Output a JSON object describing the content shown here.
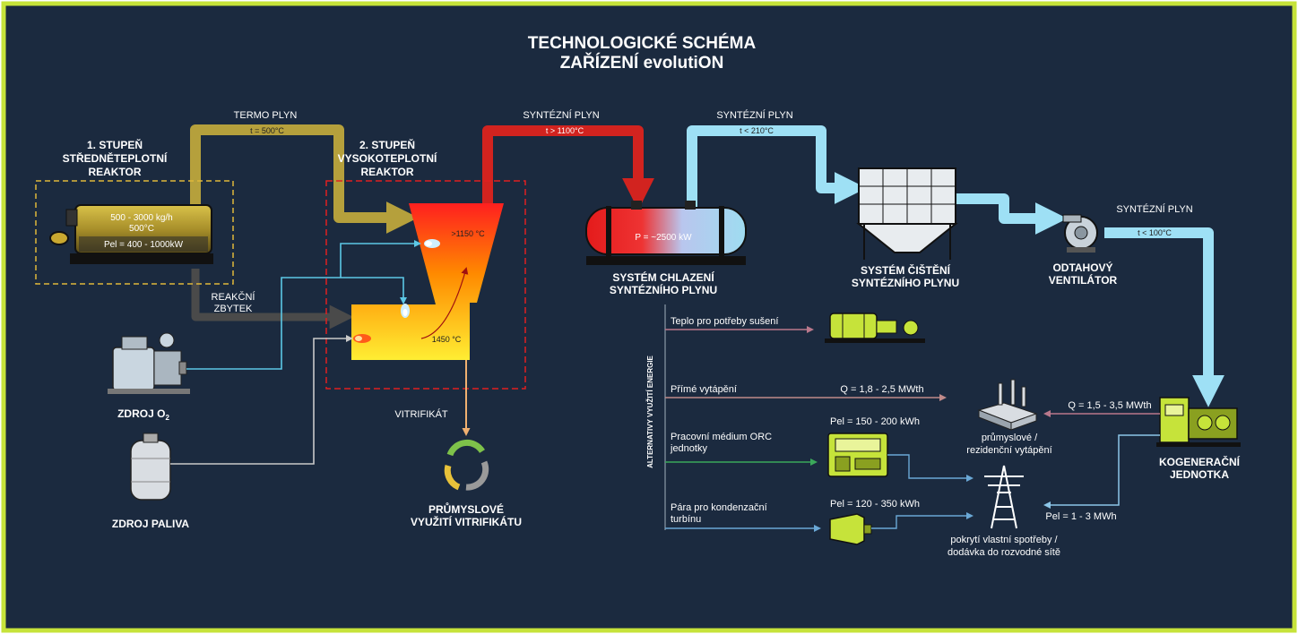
{
  "title": {
    "line1": "TECHNOLOGICKÉ SCHÉMA",
    "line2": "ZAŘÍZENÍ evolutiON"
  },
  "stage1": {
    "line1": "1. STUPEŇ",
    "line2": "STŘEDNĚTEPLOTNÍ",
    "line3": "REAKTOR",
    "feed": "500 - 3000 kg/h",
    "temp": "500°C",
    "power": "Pel = 400 - 1000kW"
  },
  "stage2": {
    "line1": "2. STUPEŇ",
    "line2": "VYSOKOTEPLOTNÍ",
    "line3": "REAKTOR",
    "temp_top": ">1150 °C",
    "temp_bottom": "1450 °C"
  },
  "flows": {
    "termo": "TERMO PLYN",
    "termo_t": "t = 500°C",
    "synth1": "SYNTÉZNÍ PLYN",
    "synth1_t": "t > 1100°C",
    "synth2": "SYNTÉZNÍ PLYN",
    "synth2_t": "t < 210°C",
    "synth3": "SYNTÉZNÍ PLYN",
    "synth3_t": "t < 100°C",
    "residue1": "REAKČNÍ",
    "residue2": "ZBYTEK",
    "vitrifikat": "VITRIFIKÁT"
  },
  "cooling": {
    "power": "P = ~2500 kW",
    "label1": "SYSTÉM CHLAZENÍ",
    "label2": "SYNTÉZNÍHO PLYNU"
  },
  "cleaning": {
    "label1": "SYSTÉM ČIŠTĚNÍ",
    "label2": "SYNTÉZNÍHO PLYNU"
  },
  "fan": {
    "label1": "ODTAHOVÝ",
    "label2": "VENTILÁTOR"
  },
  "sources": {
    "o2": "ZDROJ O",
    "o2_sub": "2",
    "fuel": "ZDROJ PALIVA"
  },
  "vitri_use": {
    "line1": "PRŮMYSLOVÉ",
    "line2": "VYUŽITÍ VITRIFIKÁTU"
  },
  "alternatives": {
    "vertical": "ALTERNATIVY VYUŽITÍ ENERGIE",
    "drying": "Teplo pro potřeby sušení",
    "heating": "Přímé vytápění",
    "heating_q": "Q = 1,8 - 2,5 MWth",
    "orc1": "Pracovní médium ORC",
    "orc2": "jednotky",
    "orc_p": "Pel = 150 - 200 kWh",
    "steam1": "Pára pro kondenzační",
    "steam2": "turbínu",
    "steam_p": "Pel = 120 - 350 kWh"
  },
  "chp": {
    "label1": "KOGENERAČNÍ",
    "label2": "JEDNOTKA",
    "q": "Q = 1,5 - 3,5 MWth",
    "pel": "Pel = 1 - 3 MWh"
  },
  "industry": {
    "line1": "průmyslové /",
    "line2": "rezidenční vytápění"
  },
  "grid": {
    "line1": "pokrytí vlastní spotřeby /",
    "line2": "dodávka do rozvodné sítě"
  },
  "colors": {
    "background": "#1b2a3f",
    "frame": "#c6e33a",
    "termo": "#b5a03c",
    "synth_hot": "#d2231f",
    "synth_cool": "#9ee0f5",
    "residue": "#4a4a4a",
    "o2": "#5cc8e6",
    "fuel": "#c9c9c9",
    "drying": "#b9788c",
    "heating": "#c08a8a",
    "orc": "#3ba85a",
    "steam": "#6aa8d6",
    "chp_line": "#8cc6e8"
  }
}
